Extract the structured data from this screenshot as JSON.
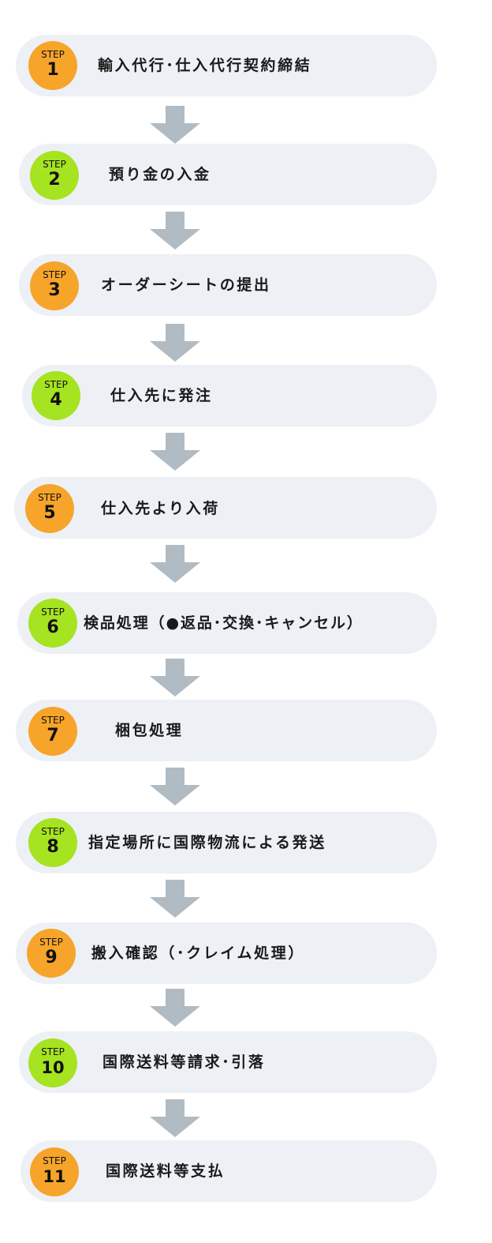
{
  "colors": {
    "orange": "#f7a42a",
    "green": "#a6e320",
    "pill_bg": "#edf0f5",
    "arrow": "#b1bbc3",
    "text": "#1a1a1a"
  },
  "step_word": "STEP",
  "steps": [
    {
      "number": "1",
      "color": "orange",
      "label": "輸入代行･仕入代行契約締結"
    },
    {
      "number": "2",
      "color": "green",
      "label": "預り金の入金"
    },
    {
      "number": "3",
      "color": "orange",
      "label": "オーダーシートの提出"
    },
    {
      "number": "4",
      "color": "green",
      "label": "仕入先に発注"
    },
    {
      "number": "5",
      "color": "orange",
      "label": "仕入先より入荷"
    },
    {
      "number": "6",
      "color": "green",
      "label": "検品処理（●返品･交換･キャンセル）"
    },
    {
      "number": "7",
      "color": "orange",
      "label": "梱包処理"
    },
    {
      "number": "8",
      "color": "green",
      "label": "指定場所に国際物流による発送"
    },
    {
      "number": "9",
      "color": "orange",
      "label": "搬入確認（･クレイム処理）"
    },
    {
      "number": "10",
      "color": "green",
      "label": "国際送料等請求･引落"
    },
    {
      "number": "11",
      "color": "orange",
      "label": "国際送料等支払"
    }
  ]
}
